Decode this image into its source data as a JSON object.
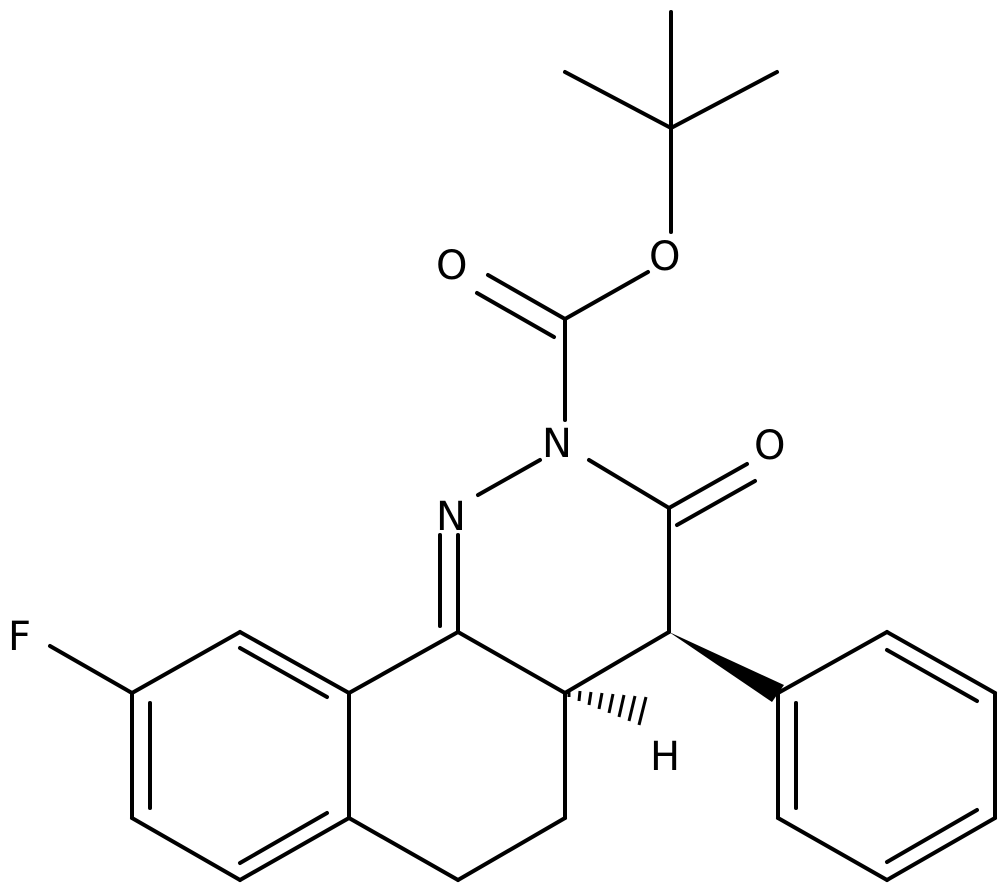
{
  "molecule": {
    "atoms": {
      "F": "F",
      "N1": "N",
      "N2": "N",
      "O_keto": "O",
      "O_carbonyl": "O",
      "O_ester": "O",
      "H": "H"
    },
    "colors": {
      "bond": "#000000",
      "label": "#000000",
      "background": "#ffffff"
    }
  }
}
